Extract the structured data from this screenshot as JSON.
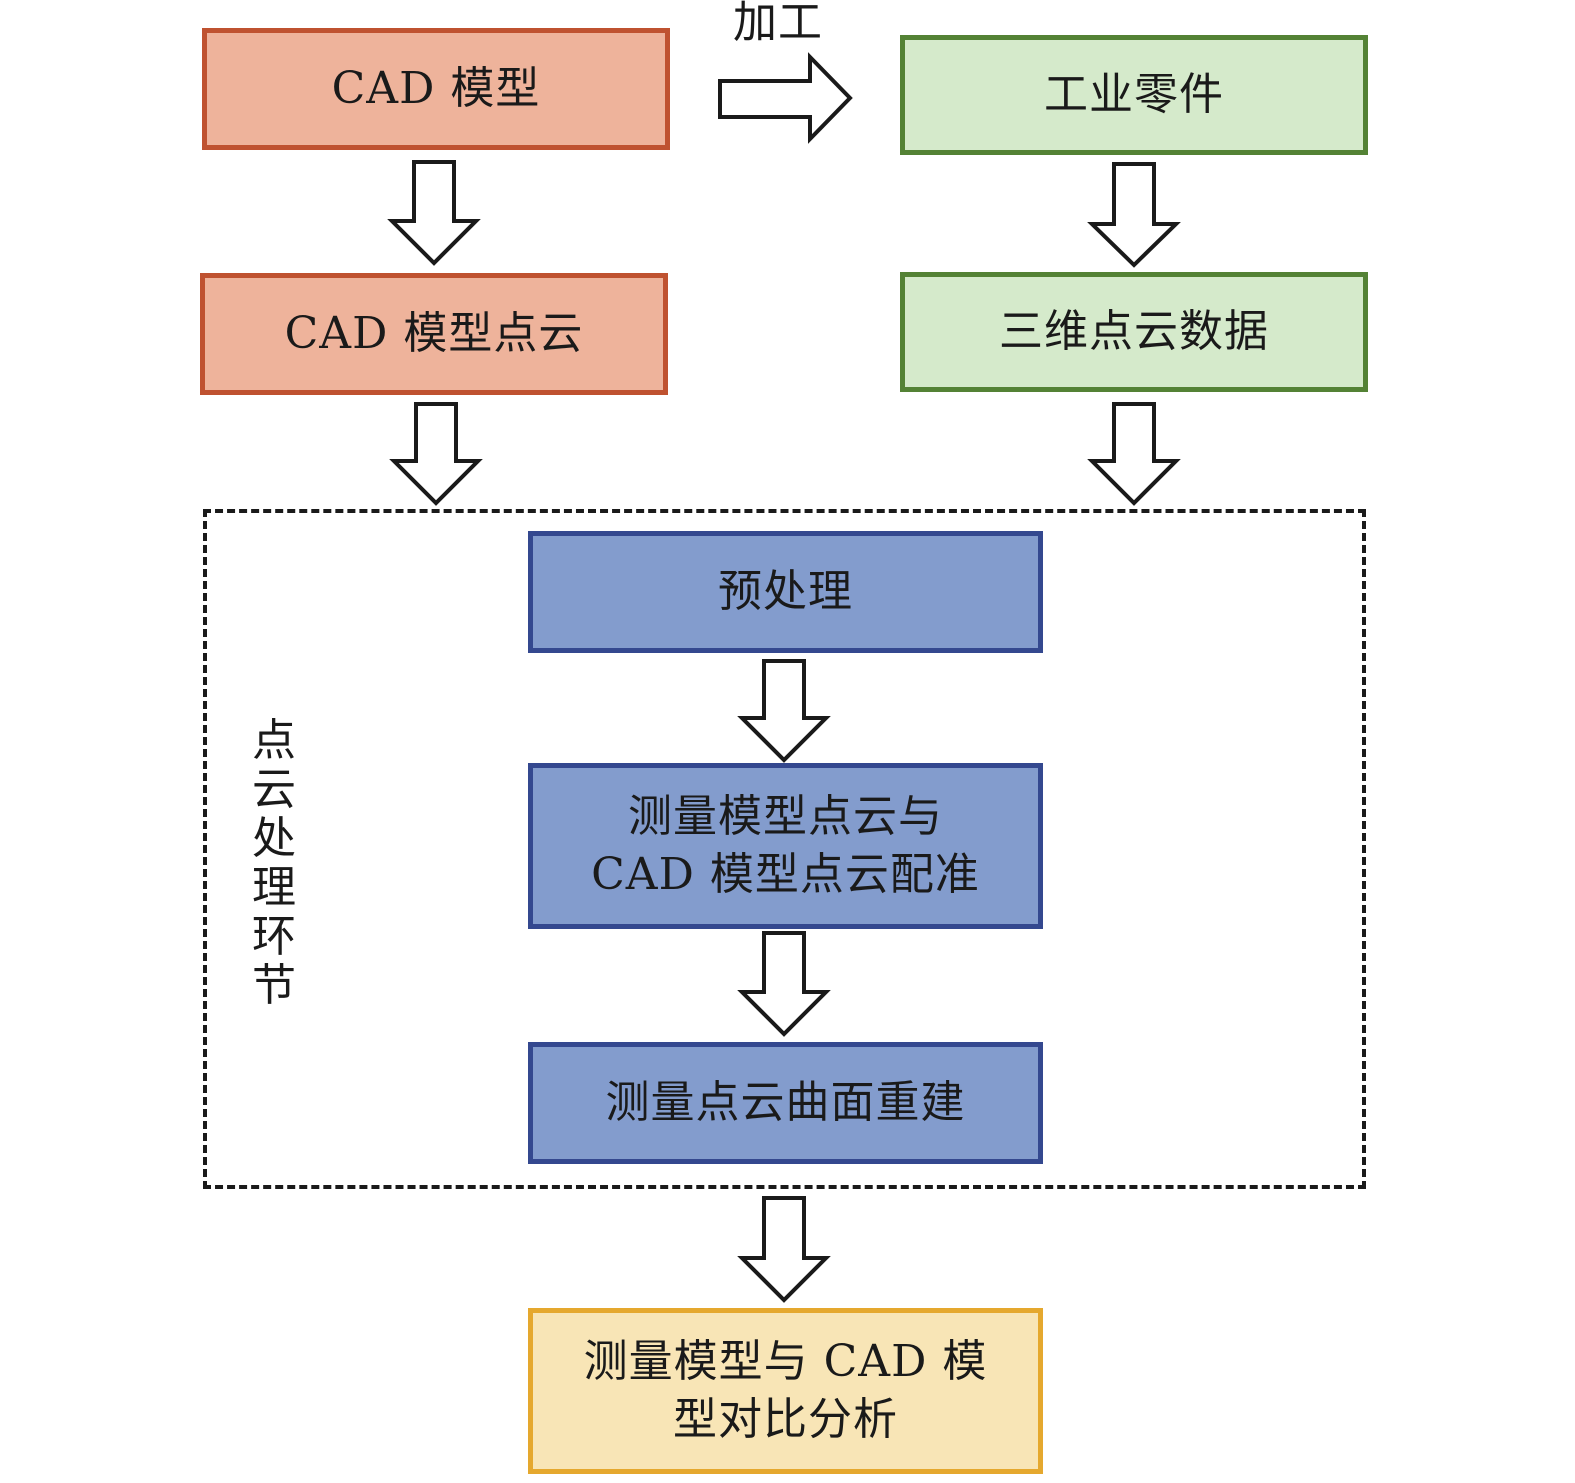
{
  "boxes": {
    "cad_model": "CAD 模型",
    "cad_point_cloud": "CAD 模型点云",
    "industrial_part": "工业零件",
    "point_cloud_data": "三维点云数据",
    "preprocessing": "预处理",
    "registration_line1": "测量模型点云与",
    "registration_line2": "CAD 模型点云配准",
    "surface_reconstruction": "测量点云曲面重建",
    "comparison_line1": "测量模型与 CAD 模",
    "comparison_line2": "型对比分析"
  },
  "labels": {
    "machining": "加工",
    "processing_stage": "点云处理环节"
  },
  "colors": {
    "orange_fill": "#eeb39b",
    "orange_border": "#bf5230",
    "green_fill": "#d5eacb",
    "green_border": "#548235",
    "blue_fill": "#839ccd",
    "blue_border": "#34488f",
    "yellow_fill": "#f8e5b6",
    "yellow_border": "#e5a82e"
  }
}
